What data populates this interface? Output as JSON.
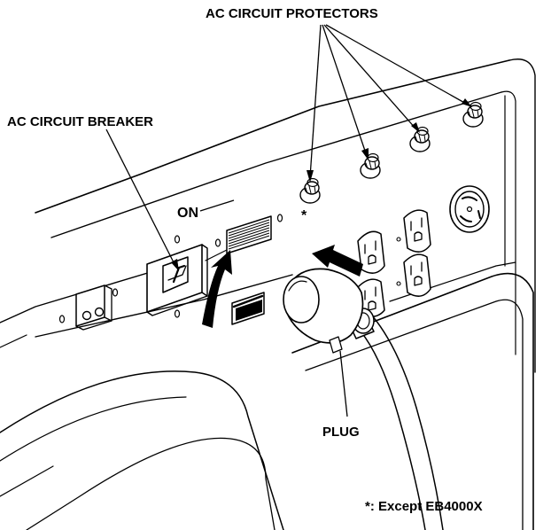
{
  "labels": {
    "ac_circuit_protectors": "AC CIRCUIT PROTECTORS",
    "ac_circuit_breaker": "AC CIRCUIT BREAKER",
    "on": "ON",
    "asterisk": "*",
    "plug": "PLUG",
    "footnote": "*: Except EB4000X"
  }
}
